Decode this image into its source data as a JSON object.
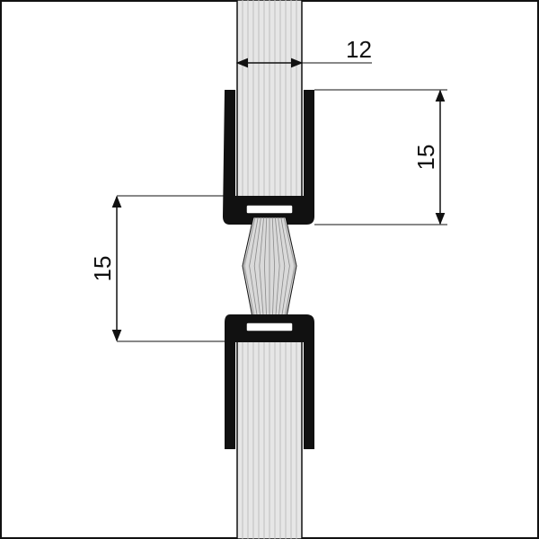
{
  "drawing": {
    "dimension_glass_thickness": "12",
    "dimension_upper_profile_height": "15",
    "dimension_lower_profile_height": "15",
    "colors": {
      "background": "#ffffff",
      "line": "#111111",
      "glass_fill": "#e6e6e6",
      "glass_stripe": "#bdbdbd",
      "profile_fill": "#111111",
      "brush_fill": "#d9d9d9"
    }
  }
}
